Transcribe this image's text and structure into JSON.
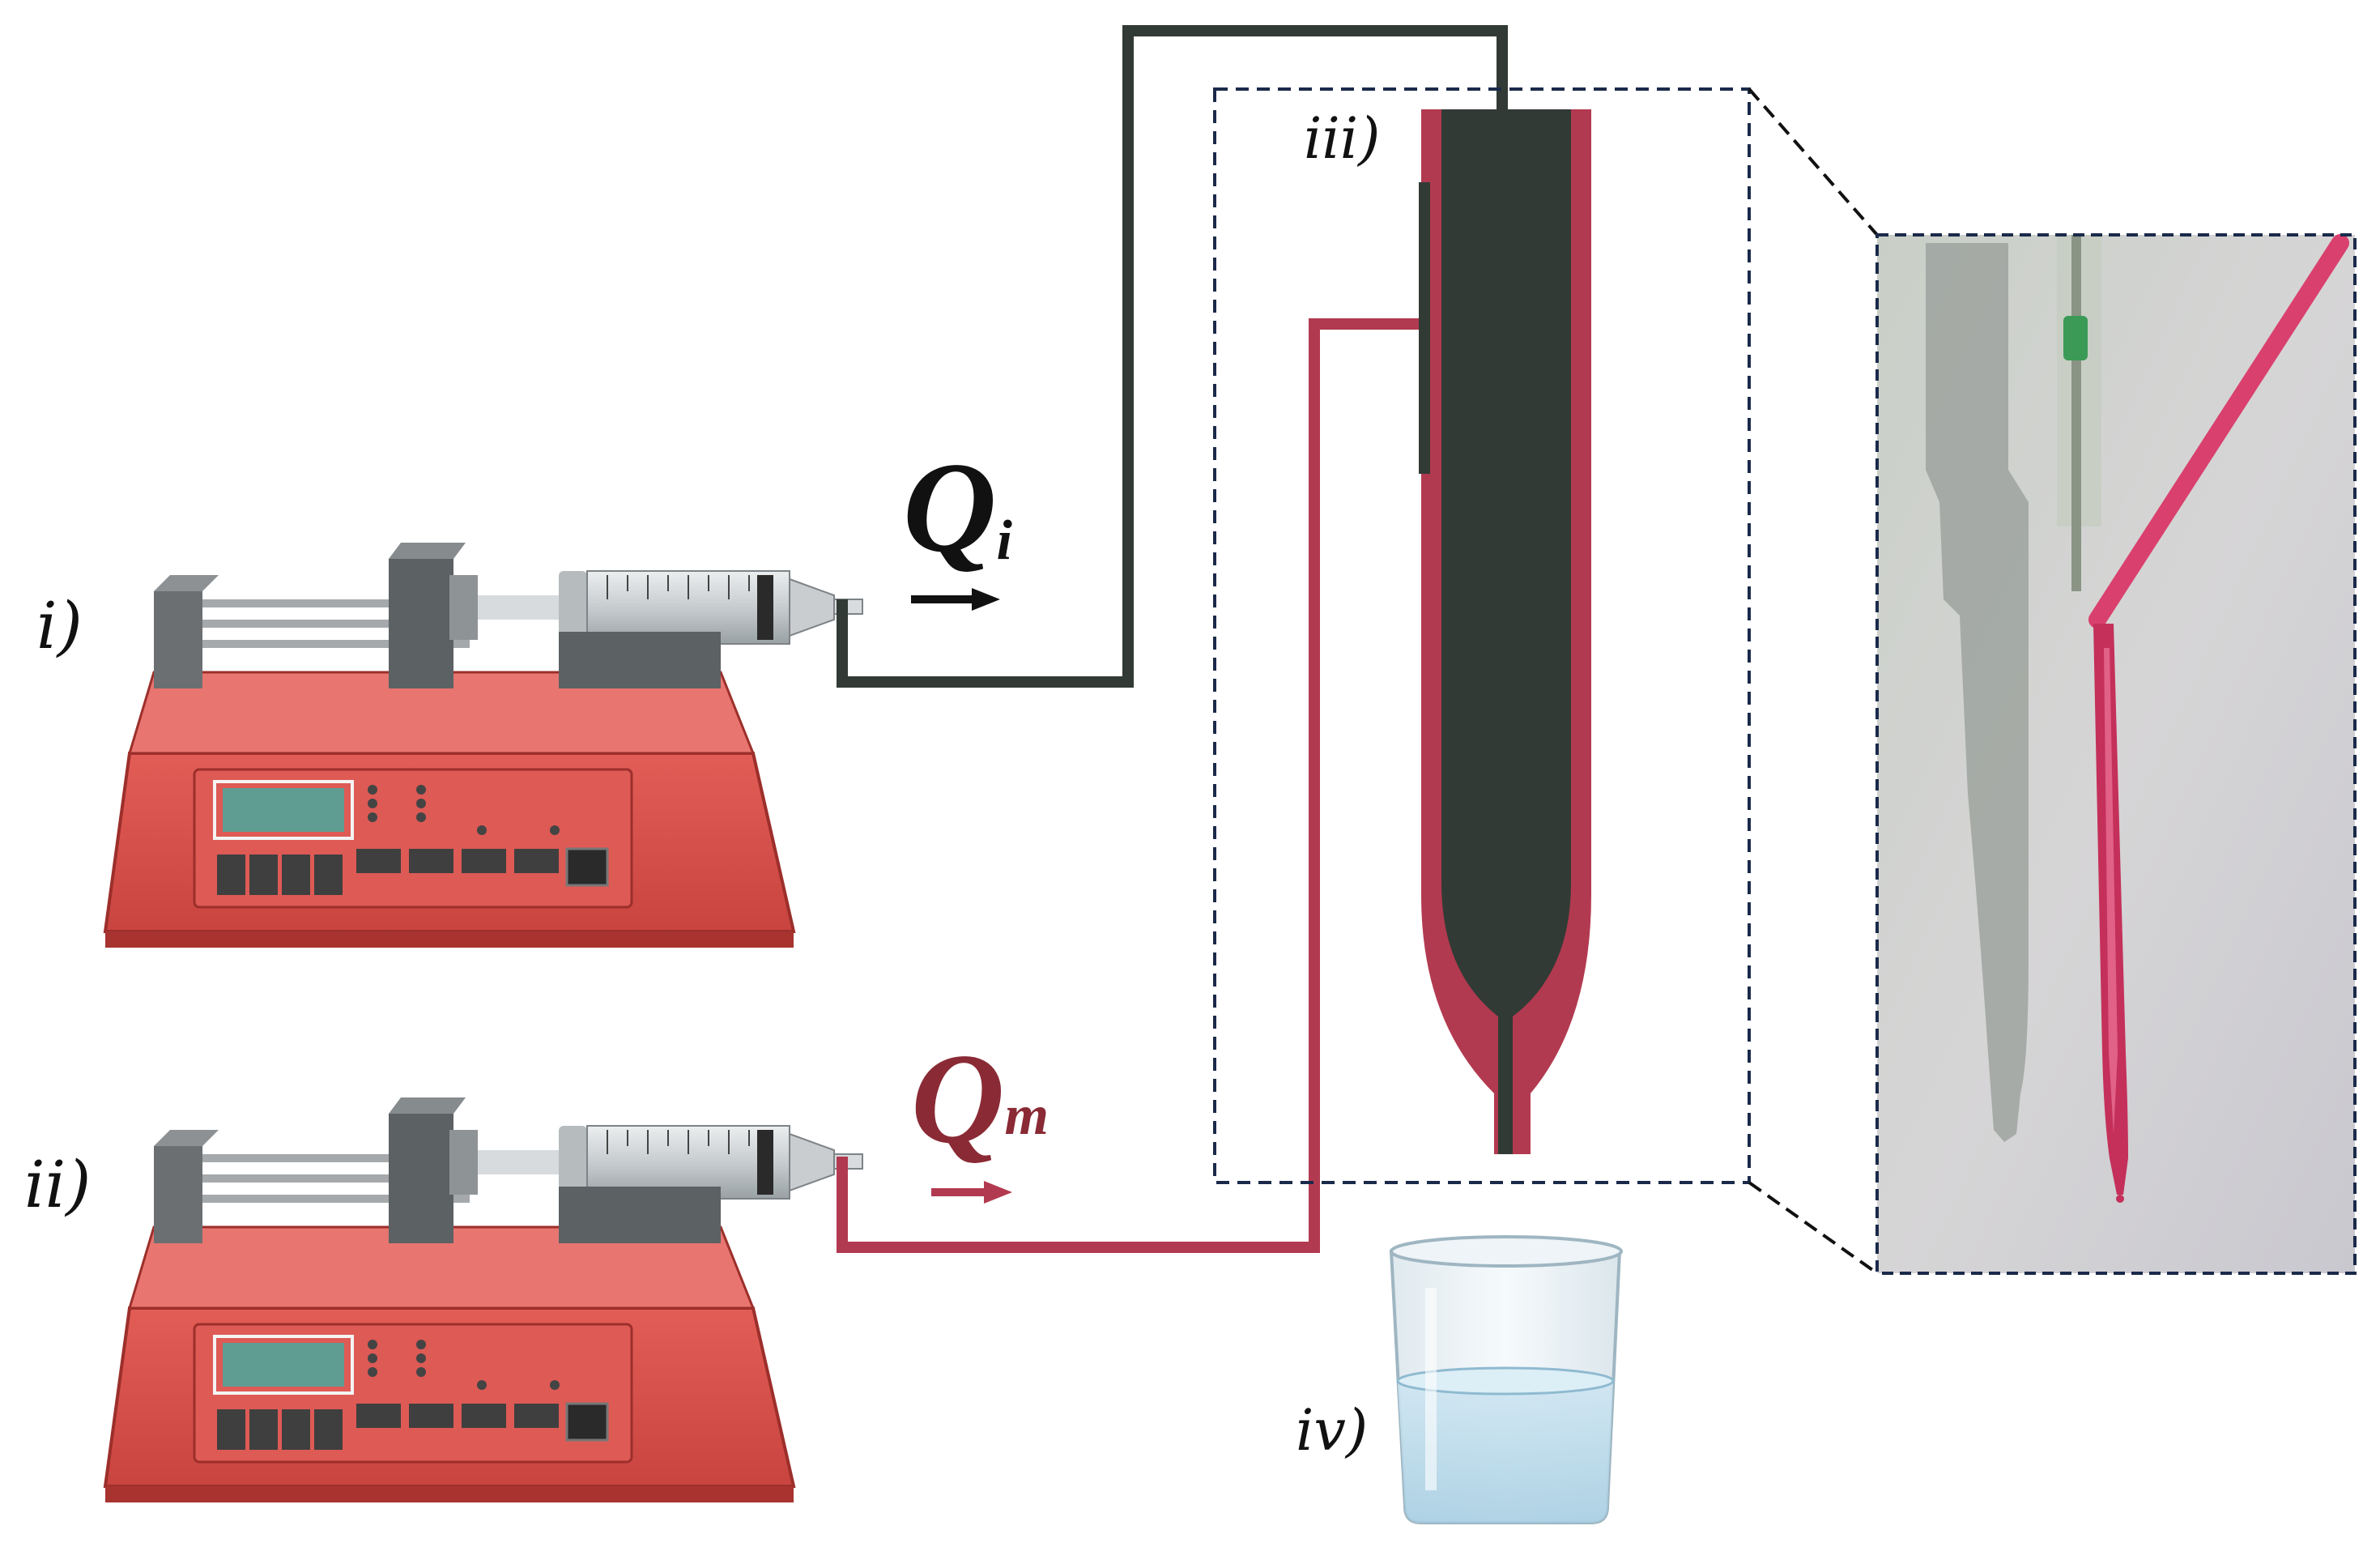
{
  "labels": {
    "pump1": "i)",
    "pump2": "ii)",
    "device": "iii)",
    "beaker": "iv)"
  },
  "flows": {
    "inner": {
      "symbol": "Q",
      "subscript": "i"
    },
    "middle": {
      "symbol": "Q",
      "subscript": "m"
    }
  },
  "colors": {
    "inner_fluid": "#323a35",
    "middle_fluid": "#b23a50",
    "middle_label": "#8a2a35",
    "pump_body": "#d9534f",
    "zoom_frame": "#1b2a4a"
  }
}
